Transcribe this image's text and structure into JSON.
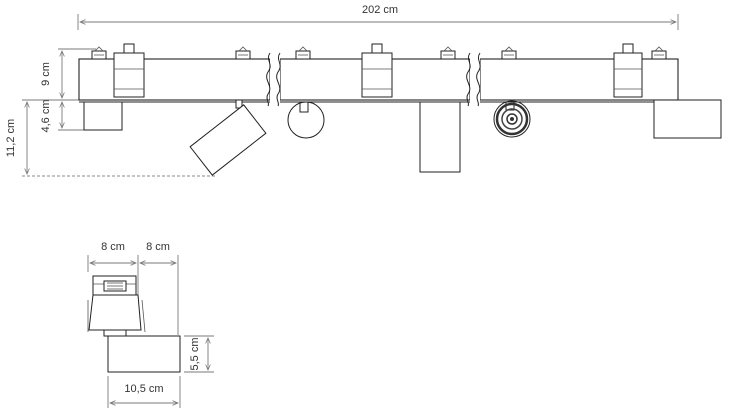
{
  "dimensions": {
    "total_length": "202 cm",
    "rail_height": "9 cm",
    "spot_height": "4,6 cm",
    "max_height": "11,2 cm",
    "top_width_a": "8 cm",
    "top_width_b": "8 cm",
    "spot_length": "10,5 cm",
    "spot_depth": "5,5 cm"
  }
}
